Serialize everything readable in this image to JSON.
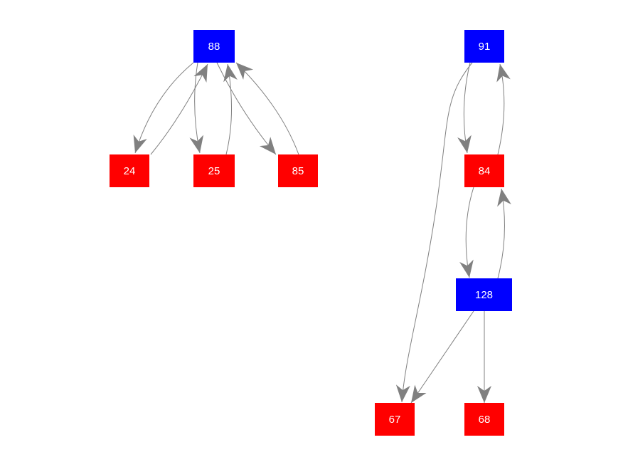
{
  "colors": {
    "blue": "#0000ff",
    "red": "#ff0000",
    "edge": "#808080"
  },
  "nodes": [
    {
      "id": "88",
      "label": "88",
      "color": "blue"
    },
    {
      "id": "24",
      "label": "24",
      "color": "red"
    },
    {
      "id": "25",
      "label": "25",
      "color": "red"
    },
    {
      "id": "85",
      "label": "85",
      "color": "red"
    },
    {
      "id": "91",
      "label": "91",
      "color": "blue"
    },
    {
      "id": "84",
      "label": "84",
      "color": "red"
    },
    {
      "id": "128",
      "label": "128",
      "color": "blue"
    },
    {
      "id": "67",
      "label": "67",
      "color": "red"
    },
    {
      "id": "68",
      "label": "68",
      "color": "red"
    }
  ],
  "edges": [
    {
      "source": "88",
      "target": "24"
    },
    {
      "source": "24",
      "target": "88"
    },
    {
      "source": "88",
      "target": "25"
    },
    {
      "source": "25",
      "target": "88"
    },
    {
      "source": "88",
      "target": "85"
    },
    {
      "source": "85",
      "target": "88"
    },
    {
      "source": "91",
      "target": "84"
    },
    {
      "source": "84",
      "target": "91"
    },
    {
      "source": "91",
      "target": "67"
    },
    {
      "source": "84",
      "target": "128"
    },
    {
      "source": "128",
      "target": "84"
    },
    {
      "source": "128",
      "target": "67"
    },
    {
      "source": "128",
      "target": "68"
    }
  ]
}
